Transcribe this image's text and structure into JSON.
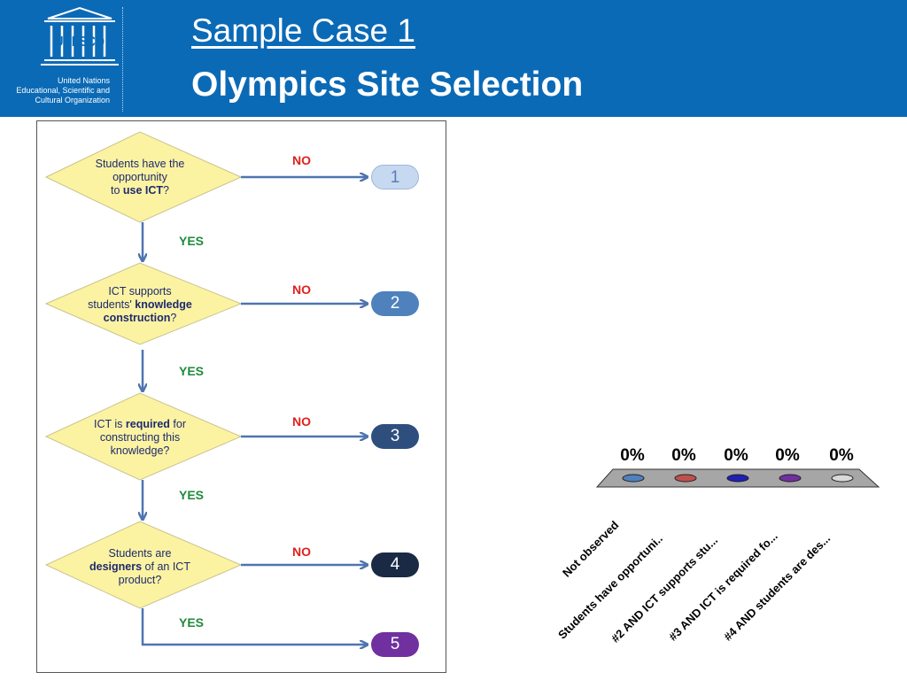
{
  "header": {
    "org_lines": [
      "United Nations",
      "Educational, Scientific and",
      "Cultural Organization"
    ],
    "logo_text": "UNESCO",
    "title_line1": "Sample Case 1",
    "title_line2": "Olympics Site Selection"
  },
  "flowchart": {
    "questions": [
      {
        "line1": "Students have the",
        "line2": "opportunity",
        "line3_pre": "to ",
        "line3_bold": "use ICT",
        "line3_post": "?"
      },
      {
        "line1": "ICT supports",
        "line2_pre": "students' ",
        "line2_bold": "knowledge",
        "line3_bold": "construction",
        "line3_post": "?"
      },
      {
        "line1_pre": "ICT is ",
        "line1_bold": "required",
        "line1_post": " for",
        "line2": "constructing this",
        "line3": "knowledge?"
      },
      {
        "line1": "Students are",
        "line2_bold": "designers",
        "line2_post": " of an ICT",
        "line3": "product?"
      }
    ],
    "no_label": "NO",
    "yes_label": "YES",
    "outcomes": [
      {
        "label": "1",
        "color": "#c6d9f0"
      },
      {
        "label": "2",
        "color": "#4f81bd"
      },
      {
        "label": "3",
        "color": "#2e4f7e"
      },
      {
        "label": "4",
        "color": "#1a2a45"
      },
      {
        "label": "5",
        "color": "#7030a0"
      }
    ]
  },
  "chart_data": {
    "type": "bar",
    "categories": [
      "Not observed",
      "Students have opportuni..",
      "#2 AND ICT supports stu...",
      "#3 AND ICT is required fo...",
      "#4 AND students are des..."
    ],
    "values": [
      0,
      0,
      0,
      0,
      0
    ],
    "value_labels": [
      "0%",
      "0%",
      "0%",
      "0%",
      "0%"
    ],
    "colors": [
      "#4f81bd",
      "#c0504d",
      "#1f1fb4",
      "#7030a0",
      "#d9d9d9"
    ],
    "floor_color": "#a6a6a6"
  }
}
